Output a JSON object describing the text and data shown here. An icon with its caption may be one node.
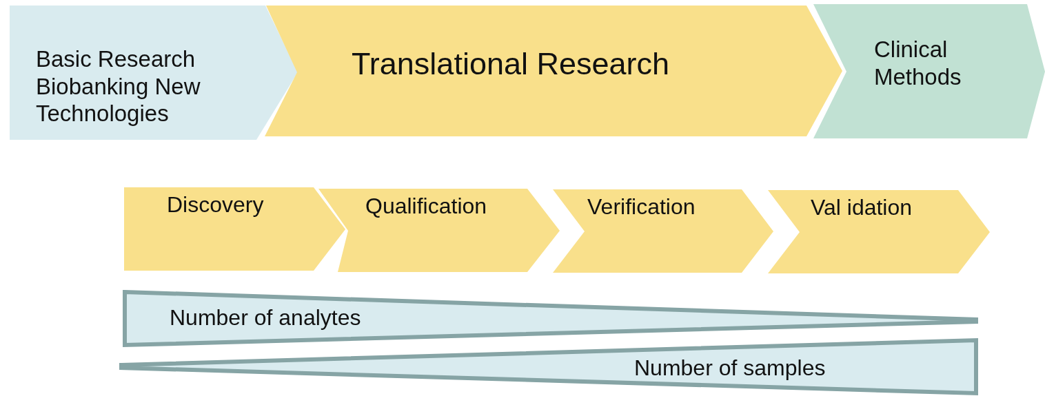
{
  "diagram": {
    "nodes": [
      {
        "text": [
          "Basic Research Biobanking New Technologies"
        ]
      },
      {
        "text": [
          "Translational Research"
        ]
      },
      {
        "text": [
          "Clinical Methods"
        ]
      },
      {
        "text": [
          "Discovery"
        ]
      },
      {
        "text": [
          "Qualification"
        ]
      },
      {
        "text": [
          "Verification"
        ]
      },
      {
        "text": [
          "Val idation"
        ]
      },
      {
        "text": [
          "Number of analytes"
        ]
      },
      {
        "text": [
          "Number of samples"
        ]
      }
    ]
  }
}
